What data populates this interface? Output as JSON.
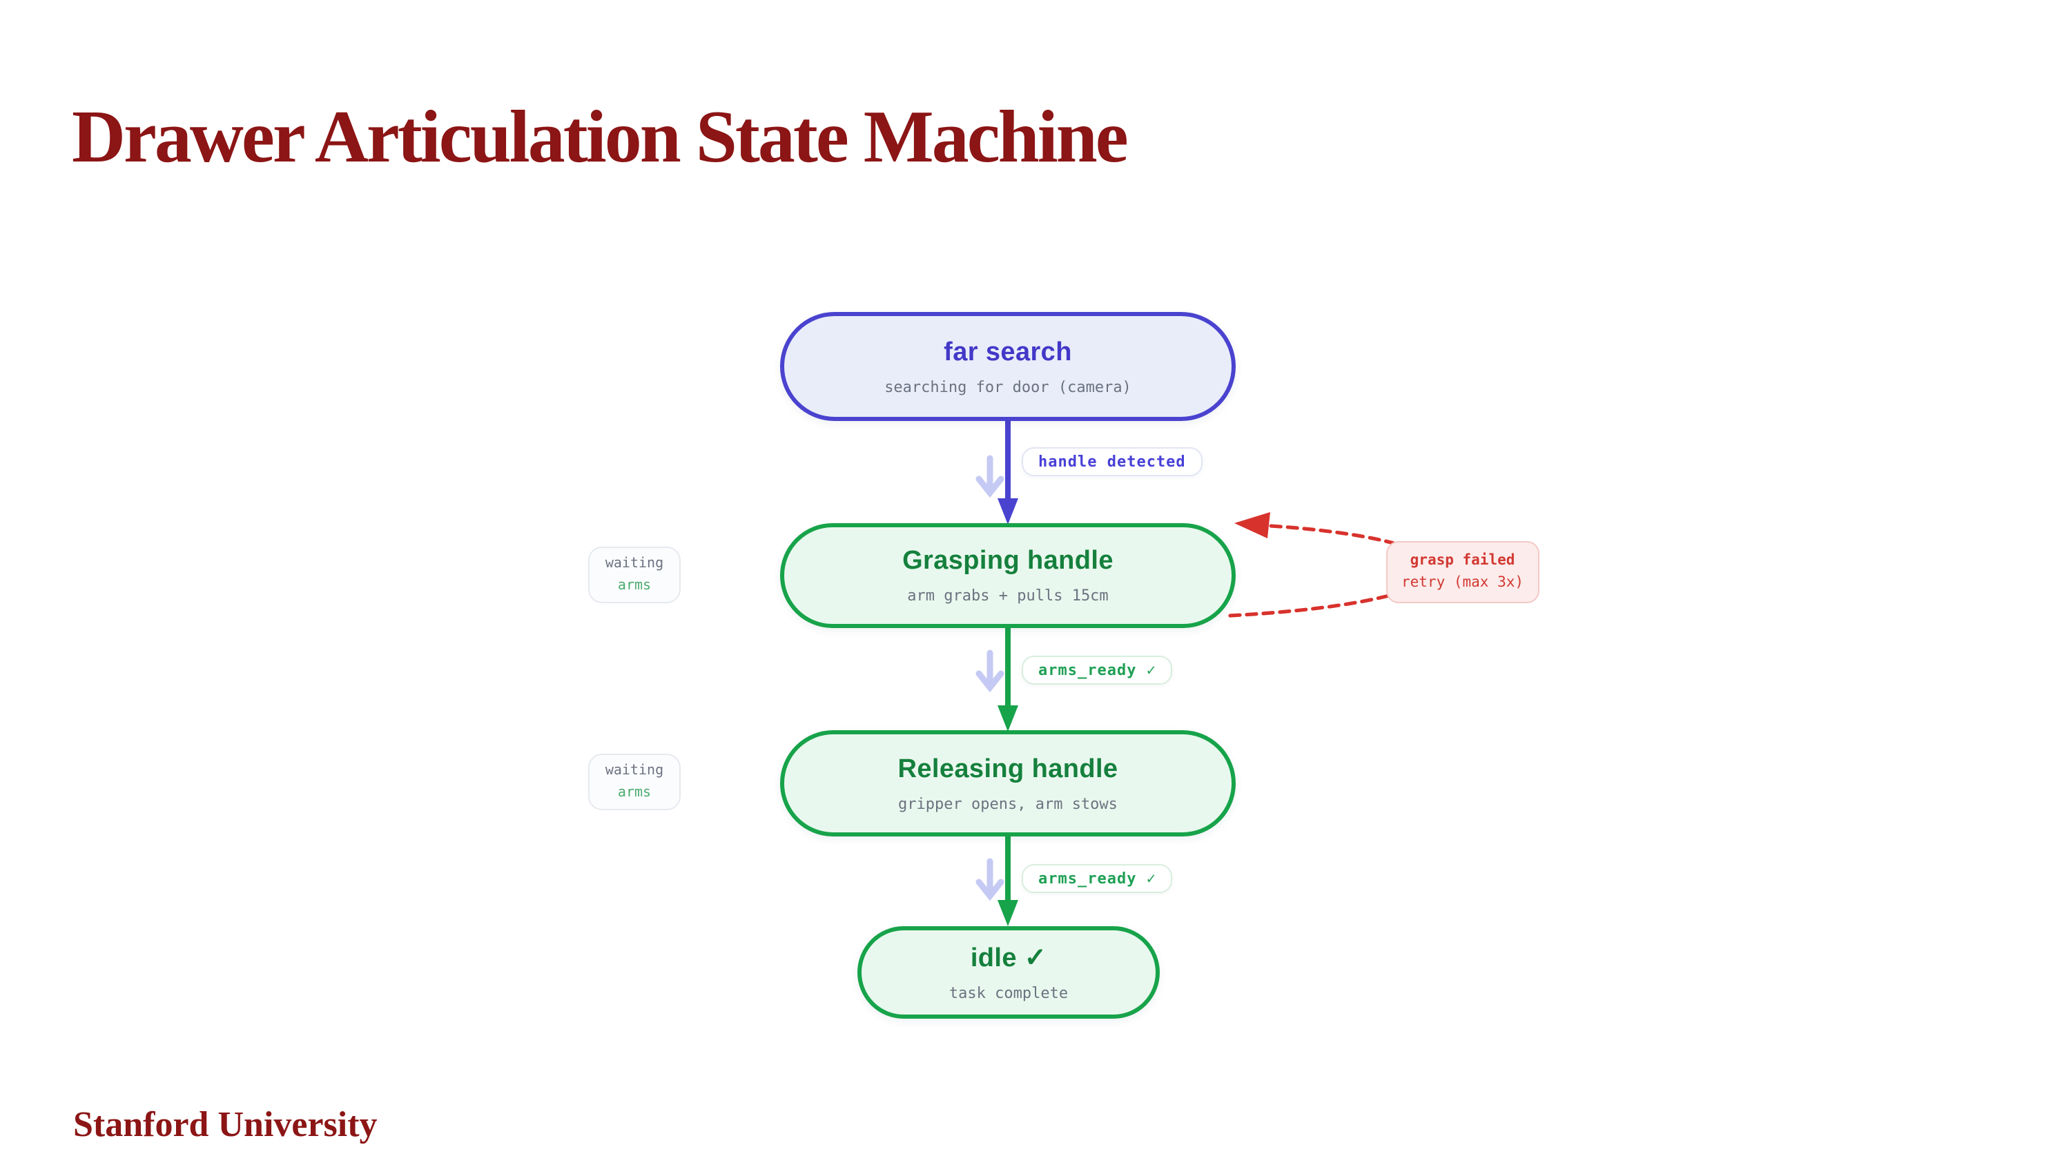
{
  "colors": {
    "cardinal_red": "#8C1515",
    "indigo_accent": "#4A43CF",
    "indigo_text": "#4338C8",
    "green_accent": "#17A34A",
    "green_text": "#15803D",
    "failure_red": "#D8322D",
    "ghost_lavender": "#C4CAF3",
    "subtitle_gray": "#6B7280",
    "node_blue_bg": "#E8EDF9",
    "node_green_bg": "#E9F8EE",
    "failure_bg": "#FCECEB"
  },
  "slide": {
    "title": "Drawer Articulation State Machine",
    "footer": "Stanford University"
  },
  "diagram": {
    "nodes": [
      {
        "title": "far search",
        "subtitle": "searching for door (camera)"
      },
      {
        "title": "Grasping handle",
        "subtitle": "arm grabs + pulls 15cm"
      },
      {
        "title": "Releasing handle",
        "subtitle": "gripper opens, arm stows"
      },
      {
        "title": "idle ✓",
        "subtitle": "task complete"
      }
    ],
    "edge_labels": [
      {
        "label": "handle detected"
      },
      {
        "label": "arms_ready ✓"
      },
      {
        "label": "arms_ready ✓"
      }
    ],
    "waiting_badges": [
      {
        "line1": "waiting",
        "line2": "arms"
      },
      {
        "line1": "waiting",
        "line2": "arms"
      }
    ],
    "failure_badge": {
      "line1": "grasp failed",
      "line2": "retry (max 3x)"
    }
  }
}
